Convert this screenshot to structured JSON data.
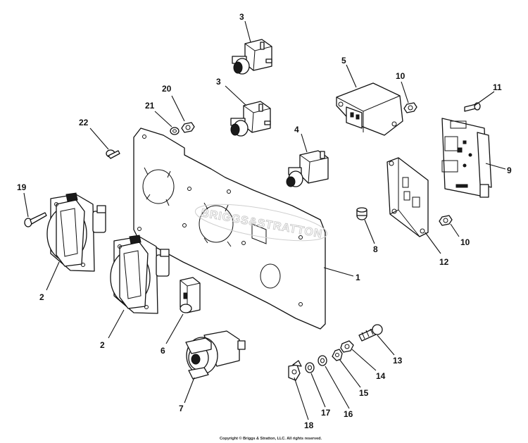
{
  "diagram": {
    "watermark": "BRIGGS&STRATTON",
    "copyright": "Copyright © Briggs & Stratton, LLC. All rights reserved.",
    "callouts": {
      "c1": "1",
      "c2a": "2",
      "c2b": "2",
      "c3a": "3",
      "c3b": "3",
      "c4": "4",
      "c5": "5",
      "c6": "6",
      "c7": "7",
      "c8": "8",
      "c9": "9",
      "c10a": "10",
      "c10b": "10",
      "c11": "11",
      "c12": "12",
      "c13": "13",
      "c14": "14",
      "c15": "15",
      "c16": "16",
      "c17": "17",
      "c18": "18",
      "c19": "19",
      "c20": "20",
      "c21": "21",
      "c22": "22"
    }
  }
}
